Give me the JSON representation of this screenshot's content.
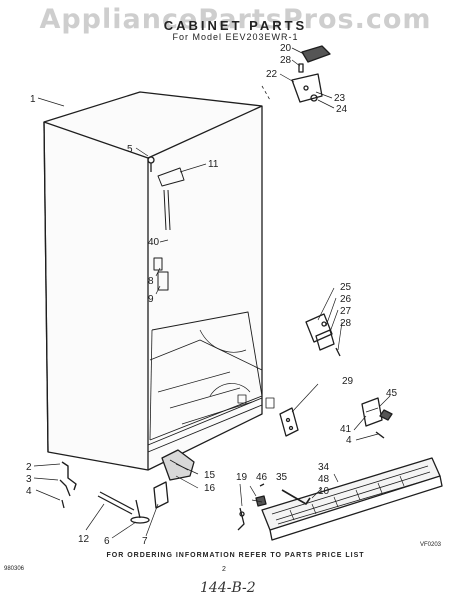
{
  "watermark": "AppliancePartsPros.com",
  "title": "CABINET PARTS",
  "subtitle": "For Model EEV203EWR-1",
  "footer_note": "FOR ORDERING INFORMATION REFER TO PARTS PRICE LIST",
  "page_number": "2",
  "doc_code": "980306",
  "figure_code": "VF0203",
  "handwritten_note": "144-B-2",
  "callouts": {
    "c1": "1",
    "c2": "2",
    "c3": "3",
    "c4a": "4",
    "c4b": "4",
    "c5": "5",
    "c6": "6",
    "c7": "7",
    "c8": "8",
    "c9": "9",
    "c10": "10",
    "c11": "11",
    "c12": "12",
    "c15": "15",
    "c16": "16",
    "c19": "19",
    "c20": "20",
    "c22": "22",
    "c23": "23",
    "c24": "24",
    "c25": "25",
    "c26": "26",
    "c27": "27",
    "c28a": "28",
    "c28b": "28",
    "c29": "29",
    "c34": "34",
    "c35": "35",
    "c40": "40",
    "c41": "41",
    "c45": "45",
    "c46": "46",
    "c48": "48"
  }
}
